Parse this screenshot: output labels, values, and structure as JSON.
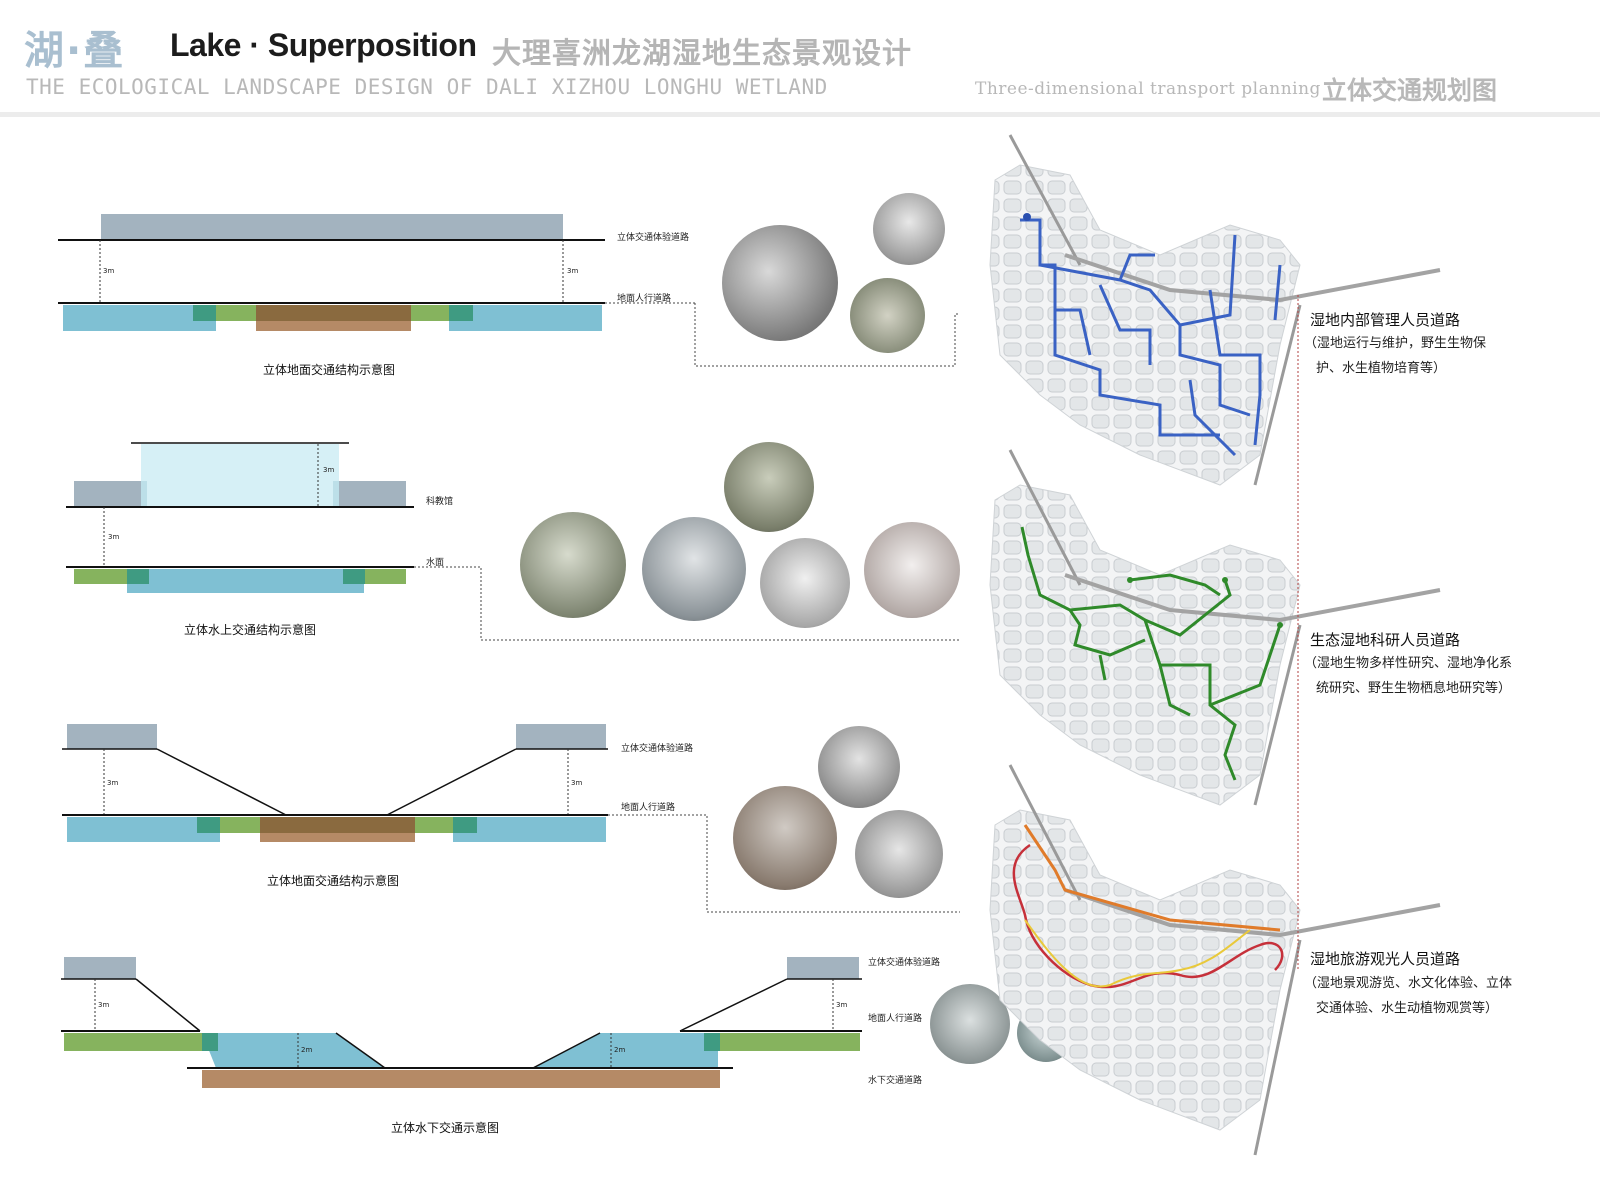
{
  "header": {
    "title_cn": "湖·叠",
    "title_en": "Lake · Superposition",
    "title_cn_full": "大理喜洲龙湖湿地生态景观设计",
    "subtitle_en": "THE ECOLOGICAL LANDSCAPE DESIGN OF DALI XIZHOU LONGHU WETLAND",
    "section_en": "Three-dimensional transport planning",
    "section_cn": "立体交通规划图"
  },
  "diagrams": [
    {
      "caption": "立体地面交通结构示意图",
      "labels": [
        "立体交通体验道路",
        "地面人行道路"
      ],
      "heights": [
        "3m",
        "3m"
      ]
    },
    {
      "caption": "立体水上交通结构示意图",
      "labels": [
        "科教馆",
        "水面"
      ],
      "heights": [
        "3m",
        "3m"
      ]
    },
    {
      "caption": "立体地面交通结构示意图",
      "labels": [
        "立体交通体验道路",
        "地面人行道路"
      ],
      "heights": [
        "3m",
        "3m"
      ]
    },
    {
      "caption": "立体水下交通示意图",
      "labels": [
        "立体交通体验道路",
        "地面人行道路",
        "水下交通道路"
      ],
      "heights": [
        "3m",
        "3m",
        "2m",
        "2m"
      ]
    }
  ],
  "routes": [
    {
      "title": "湿地内部管理人员道路",
      "desc_line1": "（湿地运行与维护，野生生物保",
      "desc_line2": "护、水生植物培育等）",
      "color": "#3a62c4"
    },
    {
      "title": "生态湿地科研人员道路",
      "desc_line1": "（湿地生物多样性研究、湿地净化系",
      "desc_line2": "统研究、野生生物栖息地研究等）",
      "color": "#2f8a2a"
    },
    {
      "title": "湿地旅游观光人员道路",
      "desc_line1": "（湿地景观游览、水文化体验、立体",
      "desc_line2": "交通体验、水生动植物观赏等）",
      "color": "#e07b2a"
    }
  ],
  "colors": {
    "structure": "#a3b3bf",
    "water": "#7fc0d3",
    "grass": "#86b35e",
    "soil": "#8a6a3f",
    "brown_band": "#b58a66",
    "teal": "#3f9b82",
    "route_red": "#c6303a",
    "route_yellow": "#e9c93a"
  }
}
